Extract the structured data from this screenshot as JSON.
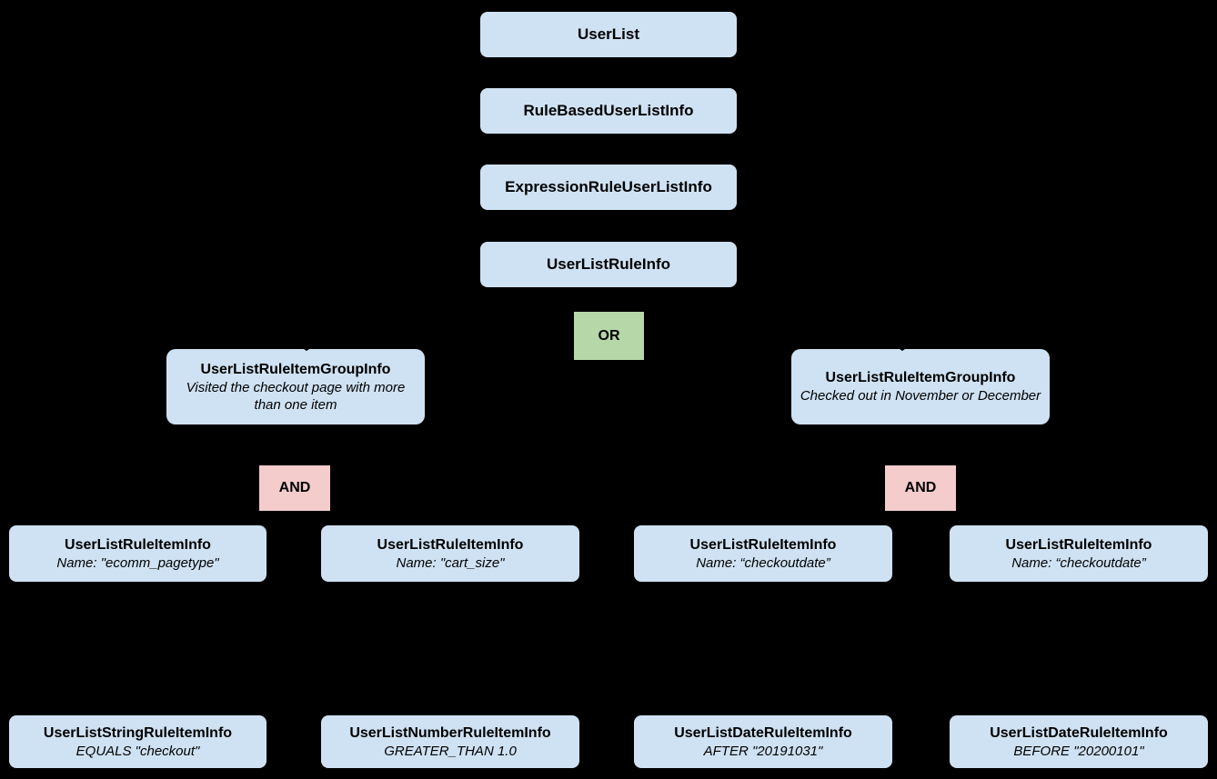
{
  "colors": {
    "background": "#000000",
    "node_fill": "#cfe2f3",
    "or_fill": "#b6d7a8",
    "and_fill": "#f4cccc",
    "text": "#000000"
  },
  "chain": [
    {
      "label": "UserList"
    },
    {
      "label": "RuleBasedUserListInfo"
    },
    {
      "label": "ExpressionRuleUserListInfo"
    },
    {
      "label": "UserListRuleInfo"
    }
  ],
  "operators": {
    "or": "OR",
    "and_left": "AND",
    "and_right": "AND"
  },
  "groups": {
    "left": {
      "title": "UserListRuleItemGroupInfo",
      "subtitle": "Visited the checkout page with more than one item"
    },
    "right": {
      "title": "UserListRuleItemGroupInfo",
      "subtitle": "Checked out in November or December"
    }
  },
  "rule_items": [
    {
      "title": "UserListRuleItemInfo",
      "subtitle": "Name: \"ecomm_pagetype\""
    },
    {
      "title": "UserListRuleItemInfo",
      "subtitle": "Name: \"cart_size\""
    },
    {
      "title": "UserListRuleItemInfo",
      "subtitle": "Name: “checkoutdate”"
    },
    {
      "title": "UserListRuleItemInfo",
      "subtitle": "Name: “checkoutdate”"
    }
  ],
  "operand_items": [
    {
      "title": "UserListStringRuleItemInfo",
      "subtitle": "EQUALS \"checkout\""
    },
    {
      "title": "UserListNumberRuleItemInfo",
      "subtitle": "GREATER_THAN 1.0"
    },
    {
      "title": "UserListDateRuleItemInfo",
      "subtitle": "AFTER \"20191031\""
    },
    {
      "title": "UserListDateRuleItemInfo",
      "subtitle": "BEFORE \"20200101\""
    }
  ]
}
